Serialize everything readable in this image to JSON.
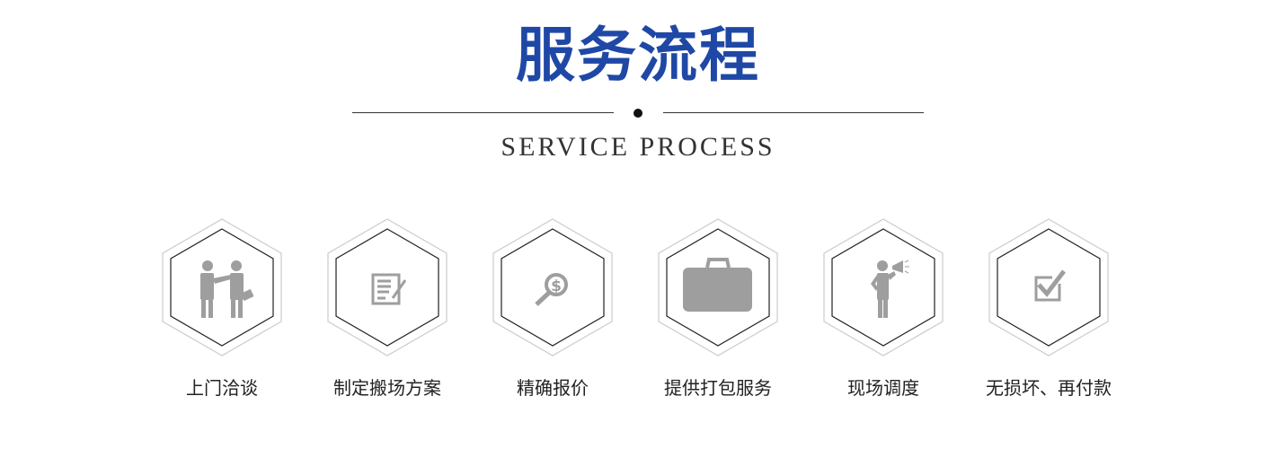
{
  "header": {
    "title": "服务流程",
    "subtitle": "SERVICE PROCESS"
  },
  "colors": {
    "title": "#1f48a6",
    "icon": "#9e9e9e"
  },
  "steps": [
    {
      "label": "上门洽谈",
      "icon": "handshake-icon"
    },
    {
      "label": "制定搬场方案",
      "icon": "document-pen-icon"
    },
    {
      "label": "精确报价",
      "icon": "dollar-search-icon"
    },
    {
      "label": "提供打包服务",
      "icon": "briefcase-icon"
    },
    {
      "label": "现场调度",
      "icon": "megaphone-person-icon"
    },
    {
      "label": "无损坏、再付款",
      "icon": "checkbox-icon"
    }
  ]
}
